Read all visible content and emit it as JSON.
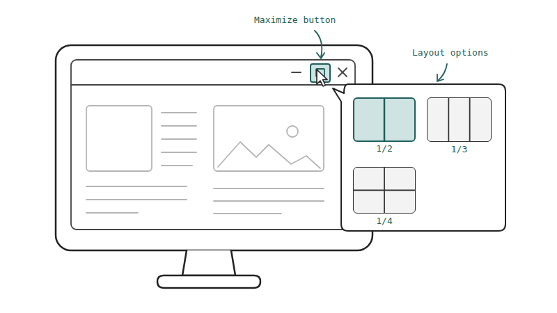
{
  "diagram": {
    "nodes": [
      {
        "text": [
          "1/2"
        ]
      },
      {
        "text": [
          "1/3"
        ]
      },
      {
        "text": [
          "1/4"
        ]
      }
    ],
    "labels": [
      "Maximize button",
      "Layout options"
    ]
  }
}
